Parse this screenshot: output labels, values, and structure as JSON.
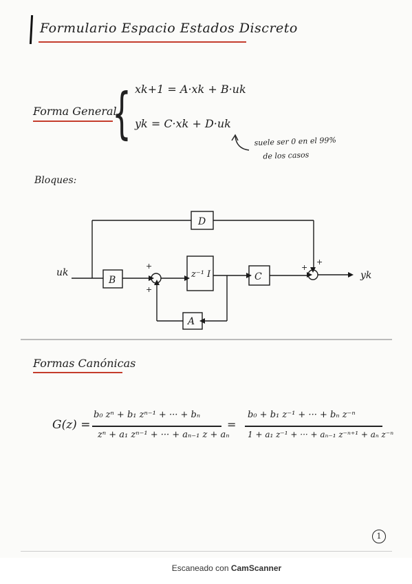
{
  "title": "Formulario Espacio Estados Discreto",
  "forma_general": {
    "label": "Forma General",
    "eq1": "xk+1 = A·xk + B·uk",
    "eq2": "yk = C·xk + D·uk",
    "note_line1": "suele ser 0 en el 99%",
    "note_line2": "de los casos"
  },
  "bloques": {
    "label": "Bloques:",
    "input": "uk",
    "output": "yk",
    "block_b": "B",
    "block_z": "z⁻¹ I",
    "block_c": "C",
    "block_d": "D",
    "block_a": "A",
    "plus": "+"
  },
  "formas_canonicas": {
    "label": "Formas Canónicas",
    "g": "G(z) =",
    "num1": "b₀ zⁿ + b₁ zⁿ⁻¹ + ··· + bₙ",
    "den1": "zⁿ + a₁ zⁿ⁻¹ + ··· + aₙ₋₁ z + aₙ",
    "eq": "=",
    "num2": "b₀ + b₁ z⁻¹ + ··· + bₙ z⁻ⁿ",
    "den2": "1 + a₁ z⁻¹ + ··· + aₙ₋₁ z⁻ⁿ⁺¹ + aₙ z⁻ⁿ"
  },
  "page_number": "1",
  "footer": {
    "prefix": "Escaneado con",
    "brand": "CamScanner"
  }
}
